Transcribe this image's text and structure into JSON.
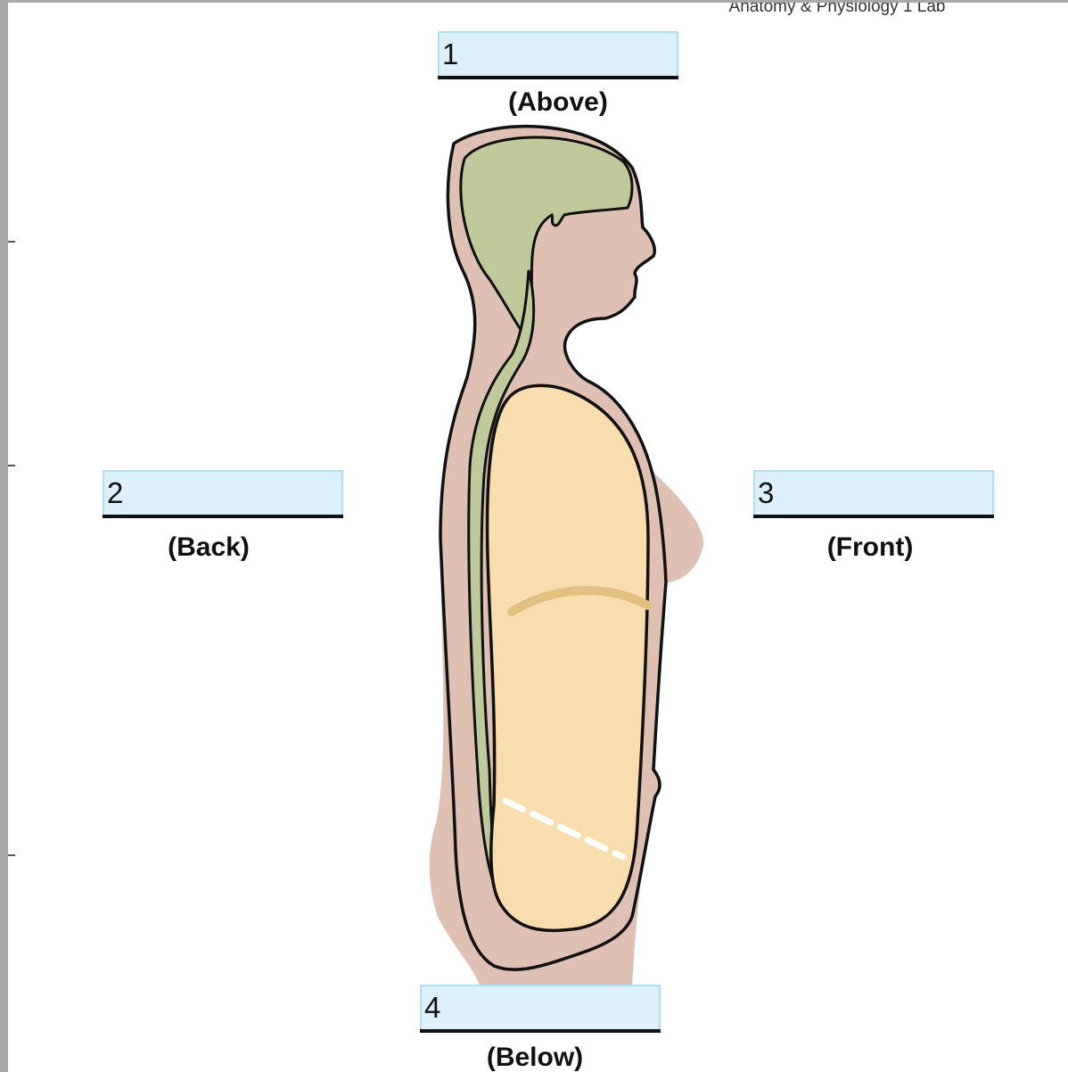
{
  "header": {
    "course": "Anatomy & Physiology 1 Lab"
  },
  "fields": [
    {
      "number": "1",
      "caption": "(Above)",
      "value": ""
    },
    {
      "number": "2",
      "caption": "(Back)",
      "value": ""
    },
    {
      "number": "3",
      "caption": "(Front)",
      "value": ""
    },
    {
      "number": "4",
      "caption": "(Below)",
      "value": ""
    }
  ],
  "colors": {
    "skin": "#dfc1b4",
    "cns": "#c0c99c",
    "ventral_cavity": "#f8ddae",
    "diaphragm": "#e2c07f",
    "field_fill": "#dcf1fb",
    "field_border": "#aee0f5"
  }
}
